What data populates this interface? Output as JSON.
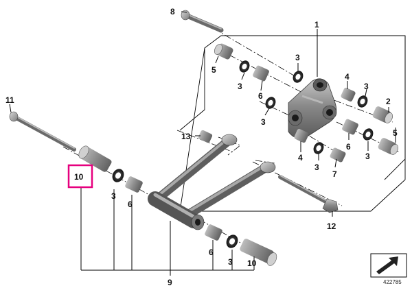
{
  "callouts": {
    "n1": "1",
    "n2": "2",
    "n3a": "3",
    "n3b": "3",
    "n3c": "3",
    "n3d": "3",
    "n3e": "3",
    "n3f": "3",
    "n3g": "3",
    "n3h": "3",
    "n4a": "4",
    "n4b": "4",
    "n5a": "5",
    "n5b": "5",
    "n6a": "6",
    "n6b": "6",
    "n6c": "6",
    "n6d": "6",
    "n7": "7",
    "n8": "8",
    "n9": "9",
    "n10a": "10",
    "n10b": "10",
    "n11": "11",
    "n12": "12",
    "n13": "13"
  },
  "highlight_color": "#e6007e",
  "reference_number": "422785",
  "icons": {
    "corner": "direction-arrow-icon"
  }
}
